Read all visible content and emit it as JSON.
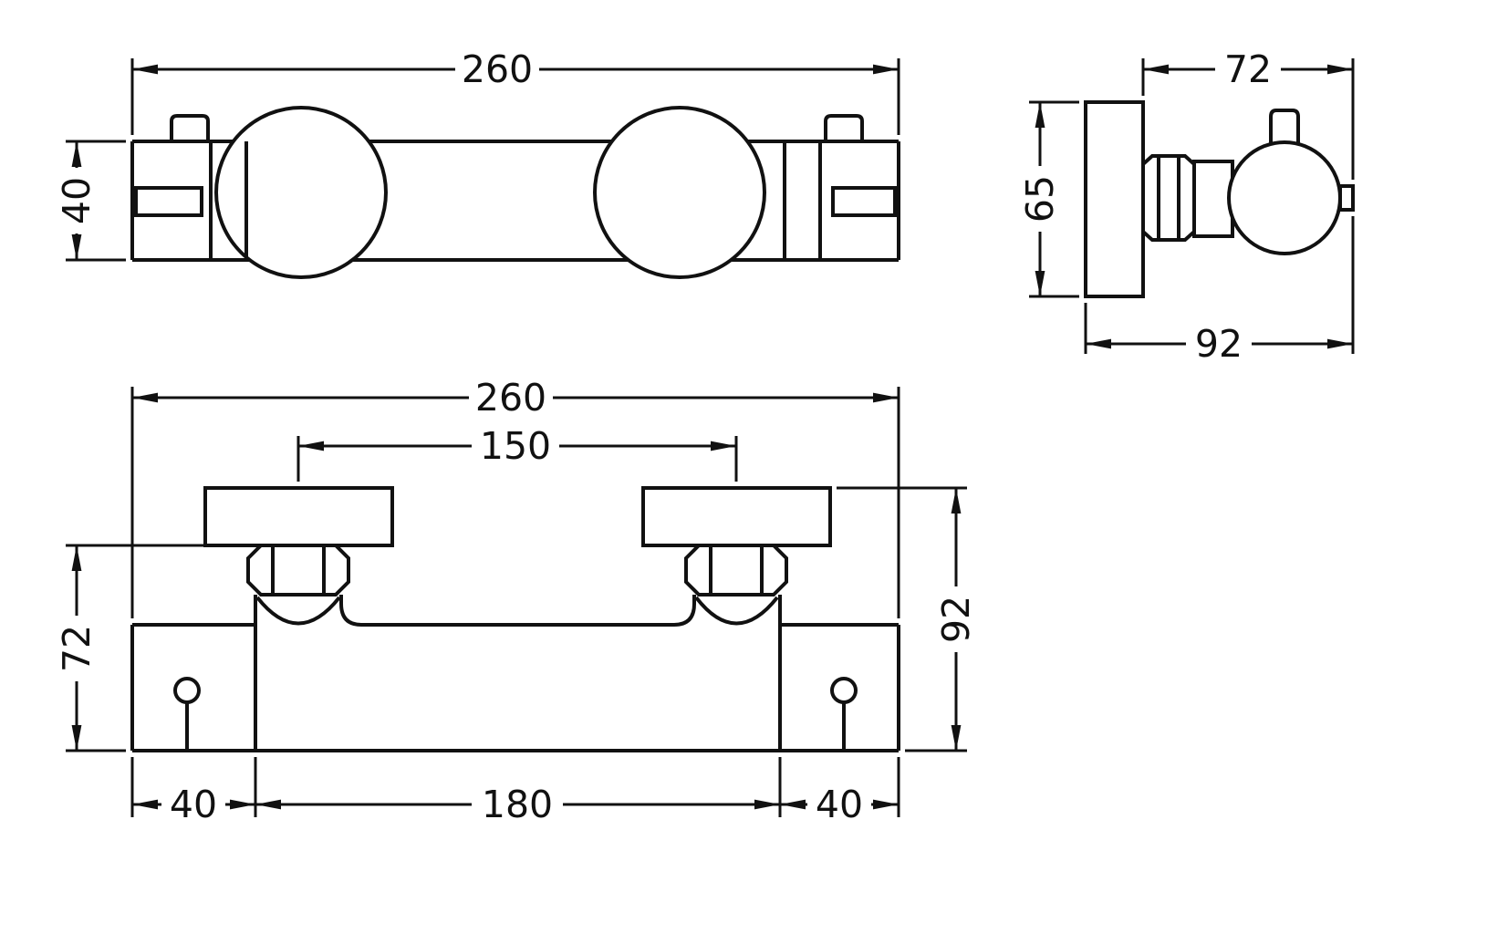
{
  "drawing": {
    "subject": "thermostatic-bar-shower-valve-dimension-drawing",
    "background_color": "#ffffff",
    "line_color": "#111111",
    "views": {
      "plan": {
        "dim_overall_width": "260",
        "dim_body_height": "40"
      },
      "side": {
        "dim_body_depth": "72",
        "dim_plate_height": "65",
        "dim_overall_depth": "92"
      },
      "front": {
        "dim_overall_width": "260",
        "dim_union_centres": "150",
        "dim_body_height": "72",
        "dim_overall_height": "92",
        "dim_left_end": "40",
        "dim_union_outer_span": "180",
        "dim_right_end": "40"
      }
    }
  }
}
